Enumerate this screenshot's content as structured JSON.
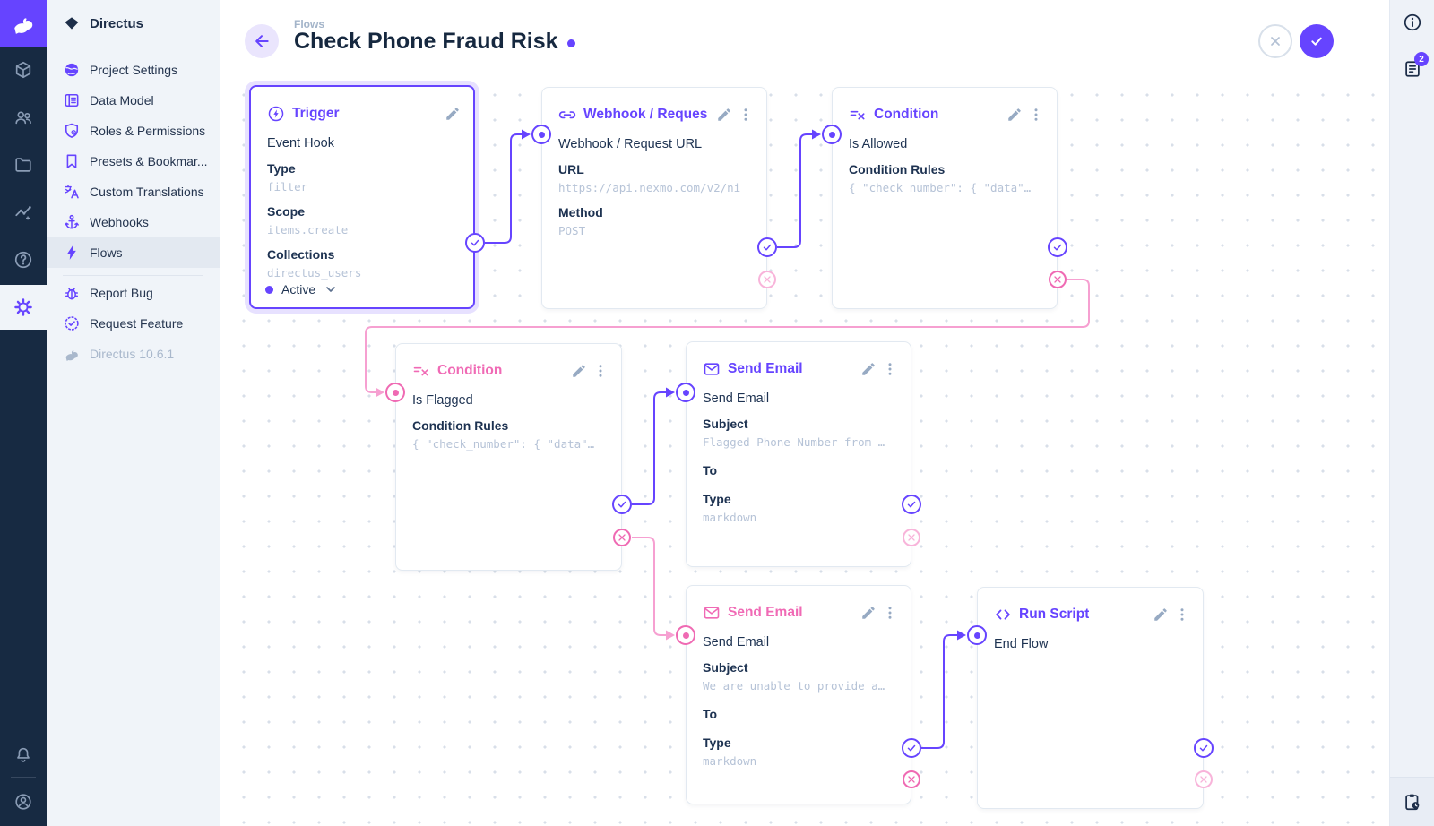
{
  "colors": {
    "accent": "#6644ff",
    "pink": "#f06ab5",
    "line_pink": "#f6a0d1"
  },
  "sidebar": {
    "project_name": "Directus",
    "items": [
      {
        "label": "Project Settings",
        "icon": "globe"
      },
      {
        "label": "Data Model",
        "icon": "list"
      },
      {
        "label": "Roles & Permissions",
        "icon": "shield"
      },
      {
        "label": "Presets & Bookmar...",
        "icon": "bookmark"
      },
      {
        "label": "Custom Translations",
        "icon": "translate"
      },
      {
        "label": "Webhooks",
        "icon": "anchor"
      },
      {
        "label": "Flows",
        "icon": "bolt",
        "active": true
      }
    ],
    "secondary_items": [
      {
        "label": "Report Bug",
        "icon": "bug"
      },
      {
        "label": "Request Feature",
        "icon": "seal-check"
      }
    ],
    "version": "Directus 10.6.1"
  },
  "header": {
    "breadcrumb": "Flows",
    "title": "Check Phone Fraud Risk",
    "unsaved_indicator": true
  },
  "right_rail": {
    "badge_count": "2"
  },
  "canvas": {
    "nodes": [
      {
        "key": "trigger",
        "title": "Trigger",
        "name": "Event Hook",
        "fields": [
          {
            "label": "Type",
            "value": "filter"
          },
          {
            "label": "Scope",
            "value": "items.create"
          },
          {
            "label": "Collections",
            "value": "directus_users"
          }
        ],
        "status": "Active",
        "selected": true
      },
      {
        "key": "webhook",
        "title": "Webhook / Request URL",
        "name": "Webhook / Request URL",
        "fields": [
          {
            "label": "URL",
            "value": "https://api.nexmo.com/v2/ni"
          },
          {
            "label": "Method",
            "value": "POST"
          }
        ]
      },
      {
        "key": "condition_allowed",
        "title": "Condition",
        "name": "Is Allowed",
        "fields": [
          {
            "label": "Condition Rules",
            "value": "{ \"check_number\": { \"data\"…"
          }
        ]
      },
      {
        "key": "condition_flagged",
        "title": "Condition",
        "name": "Is Flagged",
        "fields": [
          {
            "label": "Condition Rules",
            "value": "{ \"check_number\": { \"data\"…"
          }
        ]
      },
      {
        "key": "send_email_flagged",
        "title": "Send Email",
        "name": "Send Email",
        "fields": [
          {
            "label": "Subject",
            "value": "Flagged Phone Number from …"
          },
          {
            "label": "To",
            "value": ""
          },
          {
            "label": "Type",
            "value": "markdown"
          }
        ]
      },
      {
        "key": "send_email_unable",
        "title": "Send Email",
        "name": "Send Email",
        "fields": [
          {
            "label": "Subject",
            "value": "We are unable to provide a…"
          },
          {
            "label": "To",
            "value": ""
          },
          {
            "label": "Type",
            "value": "markdown"
          }
        ]
      },
      {
        "key": "run_script",
        "title": "Run Script",
        "name": "End Flow",
        "fields": []
      }
    ],
    "connections": [
      {
        "from": "trigger",
        "port": "resolve",
        "to": "webhook"
      },
      {
        "from": "webhook",
        "port": "resolve",
        "to": "condition_allowed"
      },
      {
        "from": "condition_allowed",
        "port": "reject",
        "to": "condition_flagged"
      },
      {
        "from": "condition_flagged",
        "port": "resolve",
        "to": "send_email_flagged"
      },
      {
        "from": "condition_flagged",
        "port": "reject",
        "to": "send_email_unable"
      },
      {
        "from": "send_email_unable",
        "port": "resolve",
        "to": "run_script"
      }
    ]
  }
}
